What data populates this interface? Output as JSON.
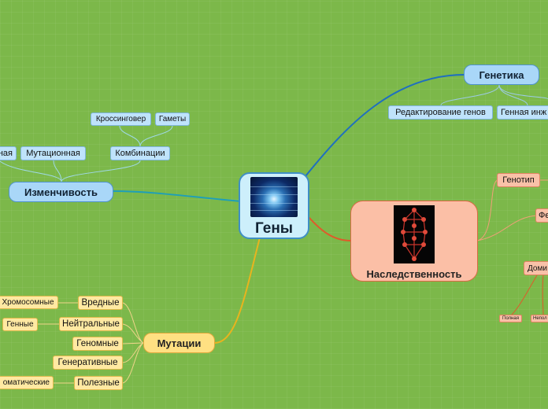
{
  "center": {
    "title": "Гены",
    "image_icon": "dna-network-icon"
  },
  "genetics": {
    "title": "Генетика",
    "children": [
      "Редактирование генов",
      "Генная инж"
    ]
  },
  "variability": {
    "title": "Изменчивость",
    "children": [
      "ная",
      "Мутационная",
      "Комбинации"
    ],
    "combination_children": [
      "Кроссинговер",
      "Гаметы"
    ]
  },
  "heredity": {
    "title": "Наследственность",
    "image_icon": "tree-of-life-icon",
    "children": [
      "Генотип",
      "Фе",
      "Доми"
    ],
    "dominance_children": [
      "Полная",
      "Непол"
    ]
  },
  "mutations": {
    "title": "Мутации",
    "children": [
      "Вредные",
      "Нейтральные",
      "Геномные",
      "Генеративные",
      "Полезные"
    ],
    "harmful_children": [
      "Хромосомные"
    ],
    "neutral_children": [
      "Генные"
    ],
    "useful_children": [
      "оматические"
    ]
  },
  "colors": {
    "background": "#7cb84a",
    "genetics_branch": "#1f6fbf",
    "variability_branch": "#1e9fb8",
    "heredity_branch": "#e0592a",
    "mutations_branch": "#e8b41e"
  }
}
